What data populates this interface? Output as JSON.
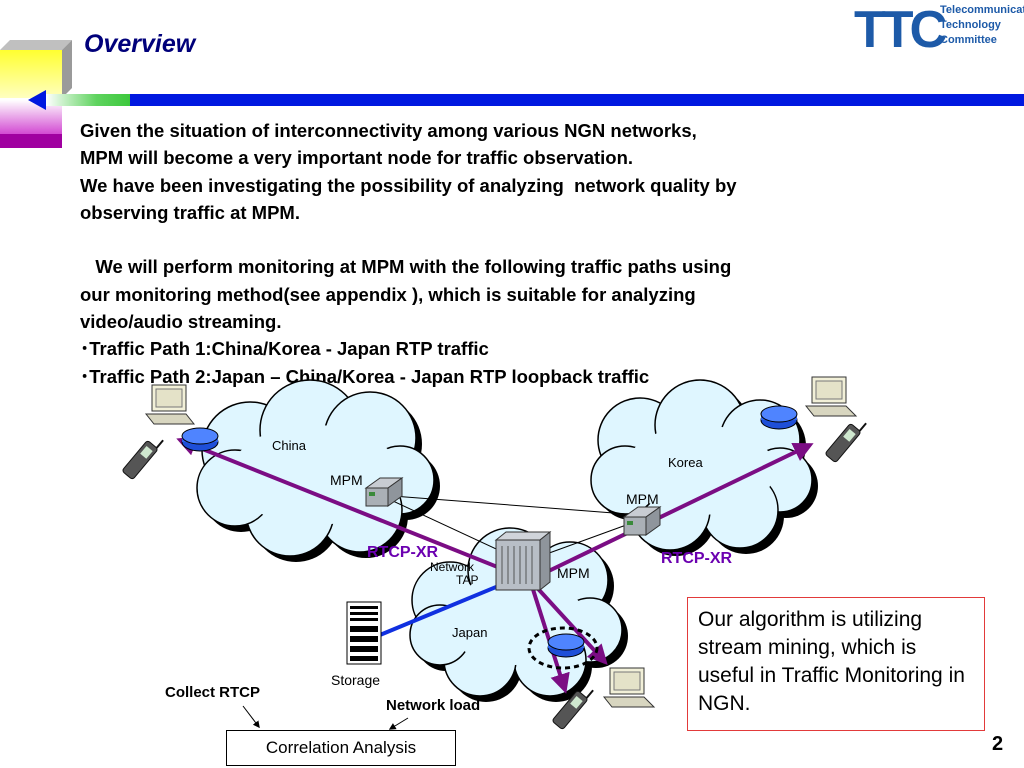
{
  "slide": {
    "title": "Overview",
    "page_number": "2"
  },
  "logo": {
    "mark": "TTC",
    "line1": "Telecommunication",
    "line2": "Technology",
    "line3": "Committee"
  },
  "body": {
    "lines": [
      "Given the situation of interconnectivity among various NGN networks,",
      "MPM will become a very important node for traffic observation.",
      "We have been investigating the possibility of analyzing  network quality by",
      "observing traffic at MPM.",
      "",
      "   We will perform monitoring at MPM with the following traffic paths using",
      "our monitoring method(see appendix ), which is suitable for analyzing",
      "video/audio streaming.",
      "･Traffic Path 1:China/Korea - Japan RTP traffic",
      "･Traffic Path 2:Japan – China/Korea - Japan RTP loopback traffic"
    ]
  },
  "diagram": {
    "china": "China",
    "korea": "Korea",
    "japan": "Japan",
    "mpm_china": "MPM",
    "mpm_korea": "MPM",
    "mpm_japan": "MPM",
    "rtcp_left": "RTCP-XR",
    "rtcp_right": "RTCP-XR",
    "network": "Network",
    "tap": "TAP",
    "storage": "Storage",
    "collect": "Collect RTCP",
    "network_load": "Network load",
    "correlation": "Correlation Analysis"
  },
  "callout": {
    "text": "Our algorithm is utilizing stream mining, which is useful in Traffic Monitoring in NGN."
  },
  "colors": {
    "title": "#00007a",
    "blue_bar": "#0018e0",
    "path": "#7b0d84",
    "rtcp": "#6b00b0",
    "callout_border": "#e23a3a",
    "cloud": "#dff6ff"
  }
}
